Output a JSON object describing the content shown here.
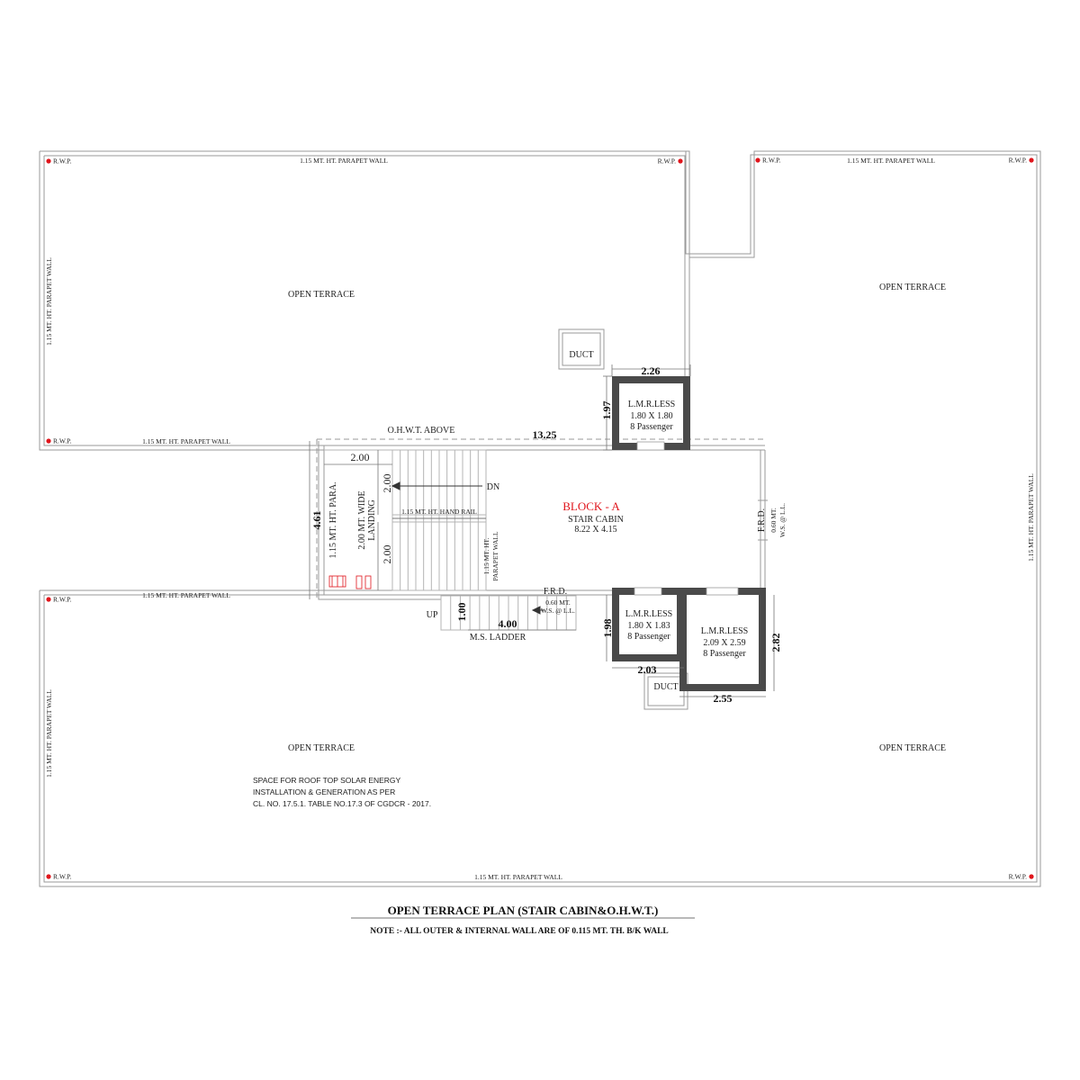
{
  "title": "OPEN TERRACE PLAN (STAIR CABIN&O.H.W.T.)",
  "note": "NOTE :- ALL OUTER & INTERNAL WALL ARE OF 0.115 MT. TH. B/K WALL",
  "labels": {
    "rwp": "R.W.P.",
    "parapet": "1.15 MT. HT. PARAPET WALL",
    "open_terrace": "OPEN TERRACE",
    "duct": "DUCT",
    "ohwt": "O.H.W.T. ABOVE",
    "block": "BLOCK - A",
    "stair_cabin": "STAIR CABIN",
    "stair_cabin_size": "8.22 X 4.15",
    "dn": "DN",
    "up": "UP",
    "hand_rail": "1.15 MT. HT. HAND RAIL",
    "parapet_short": "1.15 MT. HT. PARA.",
    "landing_1": "2.00 MT. WIDE",
    "landing_2": "LANDING",
    "stair_parapet_1": "1.15 MT. HT.",
    "stair_parapet_2": "PARAPET WALL",
    "frd": "F.R.D.",
    "ws_1": "0.60 MT.",
    "ws_2": "W.S. @ L.L.",
    "ms_ladder": "M.S. LADDER",
    "solar_1": "SPACE FOR ROOF TOP SOLAR ENERGY",
    "solar_2": "INSTALLATION & GENERATION AS PER",
    "solar_3": "CL. NO. 17.5.1. TABLE NO.17.3 OF CGDCR - 2017."
  },
  "lifts": [
    {
      "name": "L.M.R.LESS",
      "size": "1.80 X 1.80",
      "capacity": "8 Passenger"
    },
    {
      "name": "L.M.R.LESS",
      "size": "1.80 X 1.83",
      "capacity": "8 Passenger"
    },
    {
      "name": "L.M.R.LESS",
      "size": "2.09 X 2.59",
      "capacity": "8 Passenger"
    }
  ],
  "dims": {
    "d226": "2.26",
    "d197": "1.97",
    "d1325": "13.25",
    "d200a": "2.00",
    "d200b": "2.00",
    "d200c": "2.00",
    "d461": "4.61",
    "d100": "1.00",
    "d400": "4.00",
    "d198": "1.98",
    "d203": "2.03",
    "d282": "2.82",
    "d255": "2.55"
  },
  "colors": {
    "line": "#9a9a9a",
    "wall": "#4a4a4a",
    "rwp": "#e0141b",
    "accent": "#e0141b"
  }
}
